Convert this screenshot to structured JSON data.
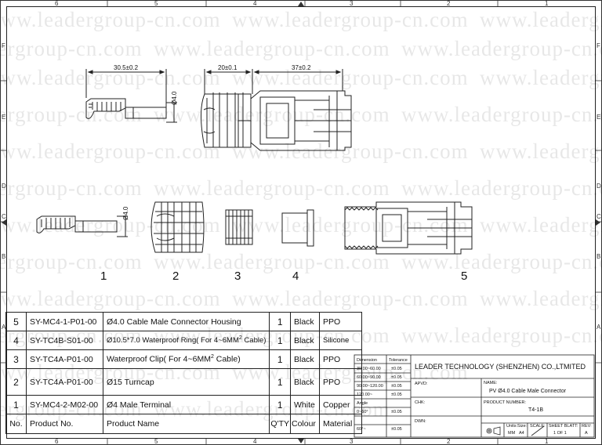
{
  "ruler": {
    "top": [
      "6",
      "5",
      "4",
      "3",
      "2",
      "1"
    ],
    "left": [
      "A",
      "B",
      "C",
      "D",
      "E",
      "F"
    ]
  },
  "watermark": "www.leadergroup-cn.com",
  "dimensions": {
    "terminal_length": "30.5±0.2",
    "nut_length": "20±0.1",
    "housing_length": "37±0.2",
    "terminal_diameter": "Ø4.0",
    "terminal_diameter_2": "Ø4.0"
  },
  "part_numbers": [
    "1",
    "2",
    "3",
    "4",
    "5"
  ],
  "bom": {
    "header": [
      "No.",
      "Product No.",
      "Product Name",
      "Q'TY",
      "Colour",
      "Material"
    ],
    "rows": [
      {
        "no": "5",
        "product_no": "SY-MC4-1-P01-00",
        "name": "Ø4.0 Cable Male Connector Housing",
        "sup": "",
        "name_tail": "",
        "qty": "1",
        "colour": "Black",
        "material": "PPO"
      },
      {
        "no": "4",
        "product_no": "SY-TC4B-S01-00",
        "name": "Ø10.5*7.0  Waterproof  Ring( For 4~6MM",
        "sup": "2",
        "name_tail": " Cable)",
        "qty": "1",
        "colour": "Black",
        "material": "Silicone"
      },
      {
        "no": "3",
        "product_no": "SY-TC4A-P01-00",
        "name": "Waterproof  Clip( For 4~6MM",
        "sup": "2",
        "name_tail": " Cable)",
        "qty": "1",
        "colour": "Black",
        "material": "PPO"
      },
      {
        "no": "2",
        "product_no": "SY-TC4A-P01-00",
        "name": "Ø15  Turncap",
        "sup": "",
        "name_tail": "",
        "qty": "1",
        "colour": "Black",
        "material": "PPO"
      },
      {
        "no": "1",
        "product_no": "SY-MC4-2-M02-00",
        "name": "Ø4 Male Terminal",
        "sup": "",
        "name_tail": "",
        "qty": "1",
        "colour": "White",
        "material": "Copper"
      }
    ]
  },
  "tolerance": {
    "header_dim": "Dimension",
    "header_tol": "Tolerance",
    "rows": [
      {
        "dim": "30.00~60.00",
        "tol": "±0.05"
      },
      {
        "dim": "60.00~90.00",
        "tol": "±0.05"
      },
      {
        "dim": "90.00~120.00",
        "tol": "±0.05"
      },
      {
        "dim": "120.00~",
        "tol": "±0.05"
      },
      {
        "dim": "Angle",
        "tol": ""
      },
      {
        "dim": "0~60°",
        "tol": "±0.05"
      },
      {
        "dim": "60°~",
        "tol": "±0.05"
      }
    ]
  },
  "title_block": {
    "company": "LEADER  TECHNOLOGY  (SHENZHEN) CO.,LTMITED",
    "apvd_label": "APVD:",
    "name_label": "NAME:",
    "name_value": "PV Ø4.0 Cable Male Connector",
    "product_number_label": "PRODUCT NUMBER:",
    "product_number_value": "T4-1B",
    "chk_label": "CHK:",
    "dwn_label": "DWN:",
    "units_label": "Units:",
    "units_value": "MM",
    "size_label": "Size:",
    "size_value": "A4",
    "scale_label": "SCALE:",
    "sheet_label": "SHEET BLATT:",
    "sheet_value": "1  OF  1",
    "rev_label": "REV:",
    "rev_value": "A"
  }
}
